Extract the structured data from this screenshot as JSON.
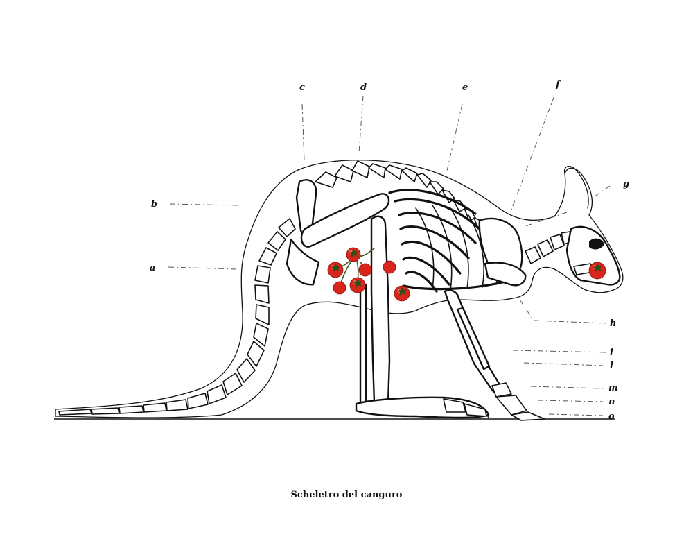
{
  "caption": "Scheletro del canguro",
  "labels": {
    "a": "a",
    "b": "b",
    "c": "c",
    "d": "d",
    "e": "e",
    "f": "f",
    "g": "g",
    "h": "h",
    "i": "i",
    "l": "l",
    "m": "m",
    "n": "n",
    "o": "o"
  },
  "colors": {
    "ink": "#111111",
    "tomato": "#d8261c",
    "stem": "#3e5a1e",
    "background": "#ffffff"
  }
}
